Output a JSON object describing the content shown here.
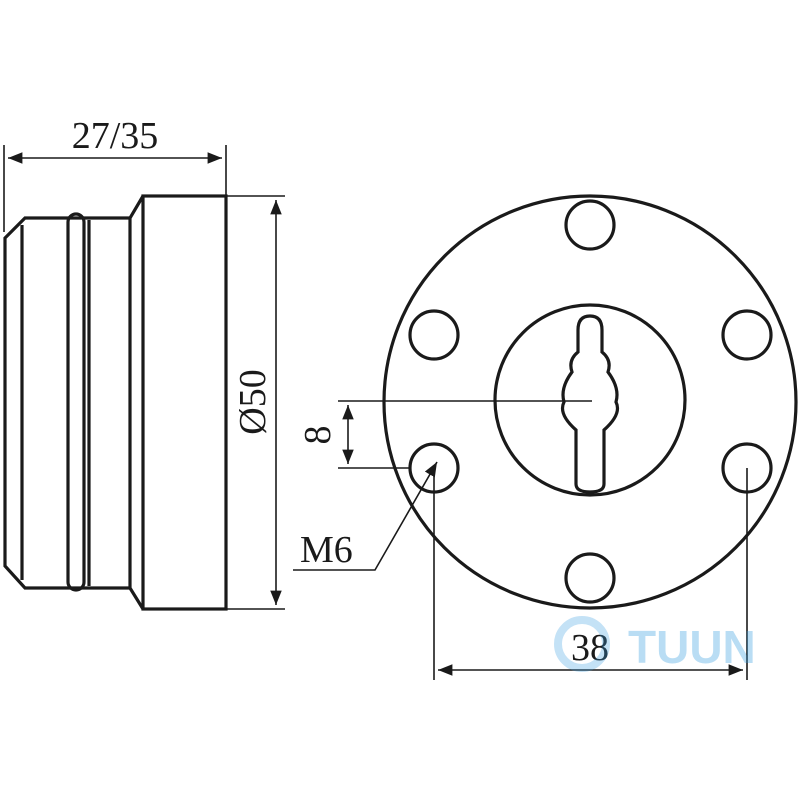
{
  "dimensions": {
    "length": "27/35",
    "diameter": "Ø50",
    "offset": "8",
    "thread": "M6",
    "hole_spacing": "38"
  },
  "watermark": {
    "text": "TUUN",
    "color": "#3aa0e0"
  }
}
